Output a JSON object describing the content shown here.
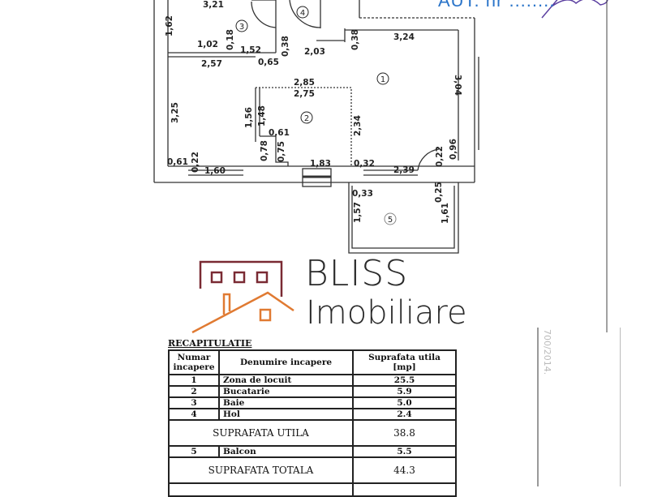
{
  "header": {
    "aut_label": "AUT. nr ........"
  },
  "plan": {
    "rooms": [
      "1",
      "2",
      "3",
      "4",
      "5"
    ],
    "dims": [
      "3,21",
      "1,62",
      "1,02",
      "0,18",
      "1,52",
      "0,38",
      "2,57",
      "0,65",
      "2,03",
      "0,38",
      "3,24",
      "3,04",
      "2,85",
      "2,75",
      "3,25",
      "1,56",
      "1,48",
      "0,61",
      "2,34",
      "0,78",
      "0,75",
      "0,61",
      "0,22",
      "1,60",
      "1,83",
      "0,32",
      "2,39",
      "0,22",
      "0,96",
      "0,33",
      "1,57",
      "0,25",
      "1,61"
    ]
  },
  "logo": {
    "line1": "BLISS",
    "line2": "Imobiliare",
    "colors": {
      "frame": "#7a2a33",
      "roof": "#e07a32"
    }
  },
  "recap": {
    "title": "RECAPITULATIE",
    "headers": [
      "Numar incapere",
      "Denumire incapere",
      "Suprafata utila [mp]"
    ],
    "rows": [
      {
        "nr": "1",
        "name": "Zona de locuit",
        "area": "25.5"
      },
      {
        "nr": "2",
        "name": "Bucatarie",
        "area": "5.9"
      },
      {
        "nr": "3",
        "name": "Baie",
        "area": "5.0"
      },
      {
        "nr": "4",
        "name": "Hol",
        "area": "2.4"
      }
    ],
    "util_label": "SUPRAFATA UTILA",
    "util_value": "38.8",
    "balcony": {
      "nr": "5",
      "name": "Balcon",
      "area": "5.5"
    },
    "total_label": "SUPRAFATA TOTALA",
    "total_value": "44.3"
  },
  "stamp": {
    "text": "700/2014."
  }
}
